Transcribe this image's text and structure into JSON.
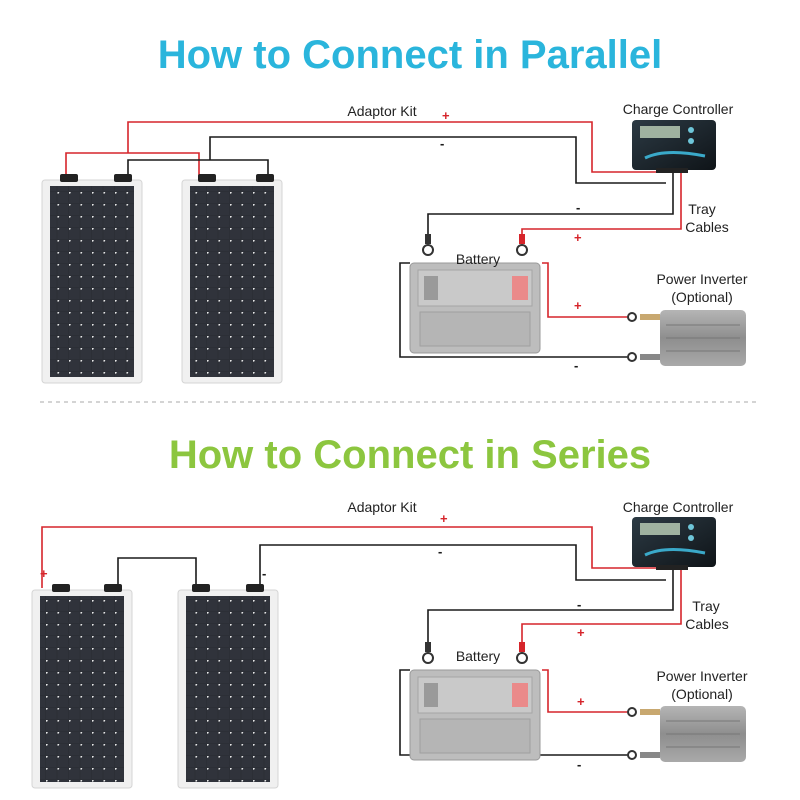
{
  "colors": {
    "parallel_title": "#2ab5dc",
    "series_title": "#8cc63f",
    "wire_positive": "#d6252b",
    "wire_negative": "#1a1a1a",
    "panel_cell": "#2b2d33",
    "separator": "#bbbbbb"
  },
  "parallel": {
    "title": "How to Connect in Parallel",
    "adaptor_kit": "Adaptor Kit",
    "charge_controller": "Charge Controller",
    "tray": "Tray",
    "cables": "Cables",
    "battery": "Battery",
    "power_inverter": "Power Inverter",
    "optional": "(Optional)",
    "plus": "+",
    "minus": "-"
  },
  "series": {
    "title": "How to Connect in Series",
    "adaptor_kit": "Adaptor Kit",
    "charge_controller": "Charge Controller",
    "tray": "Tray",
    "cables": "Cables",
    "battery": "Battery",
    "power_inverter": "Power Inverter",
    "optional": "(Optional)",
    "plus": "+",
    "minus": "-"
  }
}
